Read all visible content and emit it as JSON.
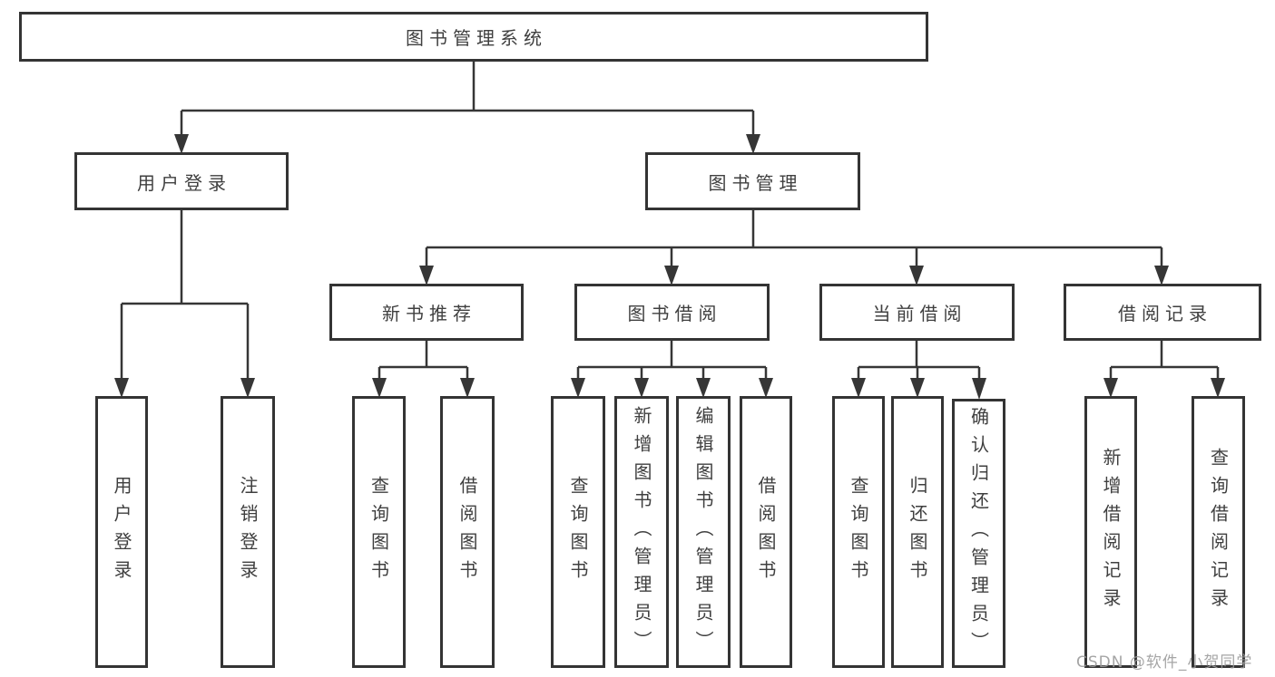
{
  "title": "图书管理系统",
  "watermark": "CSDN @软件_小贺同学",
  "colors": {
    "background": "#ffffff",
    "box_border": "#343434",
    "connector_line": "#363636",
    "text": "#3f3f3f",
    "watermark_text": "#9c9c9c"
  },
  "nodes": {
    "root": "图书管理系统",
    "l2": [
      "用户登录",
      "图书管理"
    ],
    "l3": [
      "新书推荐",
      "图书借阅",
      "当前借阅",
      "借阅记录"
    ],
    "leaves": [
      "用户登录",
      "注销登录",
      "查询图书",
      "借阅图书",
      "查询图书",
      "新增图书（管理员）",
      "编辑图书（管理员）",
      "借阅图书",
      "查询图书",
      "归还图书",
      "确认归还（管理员）",
      "新增借阅记录",
      "查询借阅记录"
    ]
  },
  "hierarchy": {
    "图书管理系统": {
      "用户登录": [
        "用户登录",
        "注销登录"
      ],
      "图书管理": {
        "新书推荐": [
          "查询图书",
          "借阅图书"
        ],
        "图书借阅": [
          "查询图书",
          "新增图书（管理员）",
          "编辑图书（管理员）",
          "借阅图书"
        ],
        "当前借阅": [
          "查询图书",
          "归还图书",
          "确认归还（管理员）"
        ],
        "借阅记录": [
          "新增借阅记录",
          "查询借阅记录"
        ]
      }
    }
  }
}
